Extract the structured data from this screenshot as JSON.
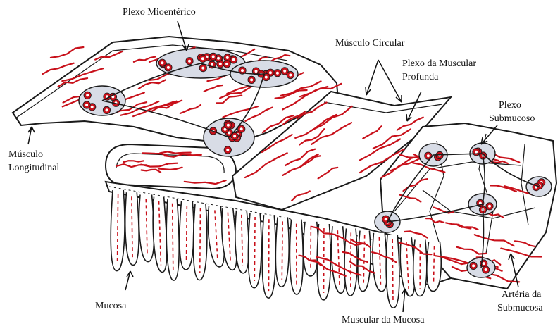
{
  "colors": {
    "outline": "#1a1a1a",
    "tissue": "#ffffff",
    "vessel": "#c8101a",
    "nerve_fill": "#d8dce6",
    "cell_core": "#ffffff"
  },
  "labels": {
    "plexo_mioenterico": "Plexo Mioentérico",
    "musculo_circular": "Músculo Circular",
    "plexo_muscular_profunda_1": "Plexo da Muscular",
    "plexo_muscular_profunda_2": "Profunda",
    "plexo_submucoso_1": "Plexo",
    "plexo_submucoso_2": "Submucoso",
    "musculo_longitudinal_1": "Músculo",
    "musculo_longitudinal_2": "Longitudinal",
    "mucosa": "Mucosa",
    "muscular_da_mucosa": "Muscular da Mucosa",
    "arteria_submucosa_1": "Artéria da",
    "arteria_submucosa_2": "Submucosa"
  }
}
